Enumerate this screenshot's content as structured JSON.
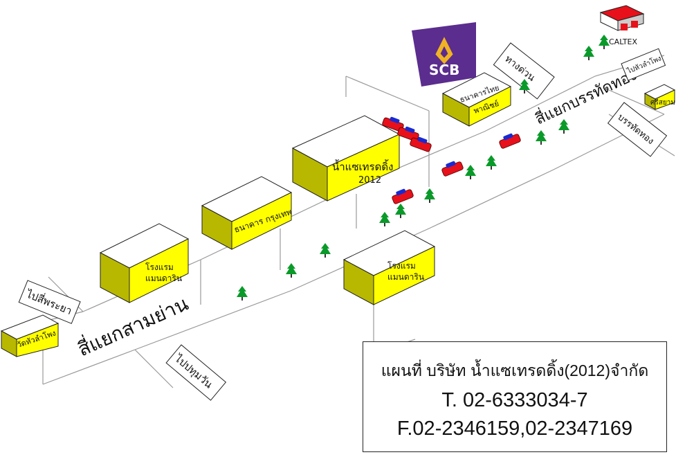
{
  "roads": {
    "samyan": "สี่แยกสามย่าน",
    "banthat": "สี่แยกบรรทัดทอง"
  },
  "signs": {
    "to_siphraya": "ไปสี่พระยา",
    "to_pathumwan": "ไปปทุมวัน",
    "expressway": "ทางด่วน",
    "to_hualamphong": "ไปหัวลำโพง",
    "banthat_thong": "บรรทัดทอง"
  },
  "buildings": {
    "wat_hualamphong": "วัดหัวลำโพง",
    "hotel_1": "โรงแรม\nแมนดาริน",
    "bangkok_bank": "ธนาคาร กรุงเทพ",
    "nam_sae_line1": "น้ำแซเทรดดิ้ง",
    "nam_sae_line2": "2012",
    "scb_branch": "ธนาคารไทย\nพาณิชย์",
    "siam_small": "ศรีสยาม",
    "hotel_2": "โรงแรม\nแมนดาริน"
  },
  "logos": {
    "scb": "SCB",
    "caltex": "CALTEX"
  },
  "colors": {
    "building_front": "#ffff00",
    "building_side": "#b8b800",
    "scb_purple": "#5b2d8e",
    "scb_gold": "#f0b323",
    "car_red": "#e8101a",
    "car_blue": "#1a2ad0",
    "tree_green": "#0a9a2a"
  },
  "info": {
    "line1": "แผนที่ บริษัท น้ำแซเทรดดิ้ง(2012)จำกัด",
    "line2": "T. 02-6333034-7",
    "line3": "F.02-2346159,02-2347169"
  }
}
